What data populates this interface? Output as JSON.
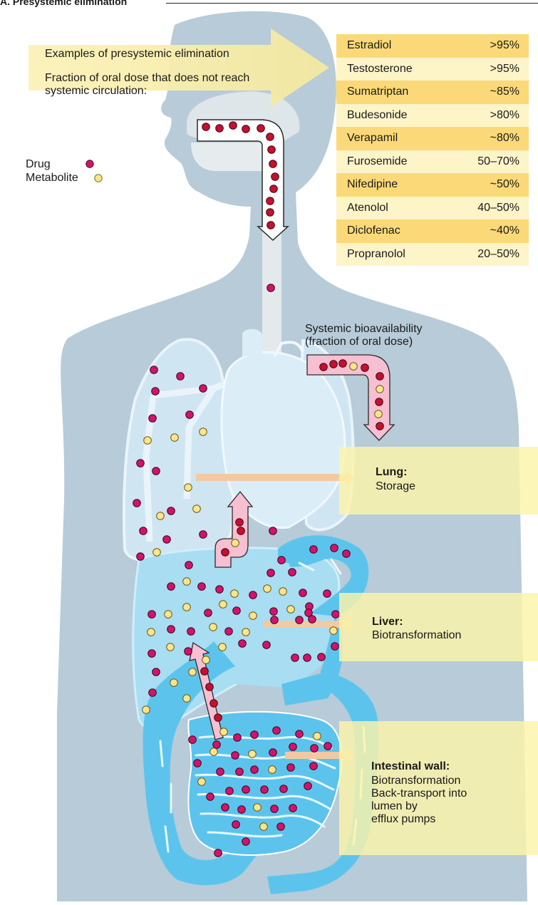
{
  "title": "A. Presystemic elimination",
  "examples": {
    "heading": "Examples of presystemic elimination",
    "description": "Fraction of oral dose that does not  reach systemic circulation:"
  },
  "drugs": [
    {
      "name": "Estradiol",
      "fraction": ">95%"
    },
    {
      "name": "Testosterone",
      "fraction": ">95%"
    },
    {
      "name": "Sumatriptan",
      "fraction": "~85%"
    },
    {
      "name": "Budesonide",
      "fraction": ">80%"
    },
    {
      "name": "Verapamil",
      "fraction": "~80%"
    },
    {
      "name": "Furosemide",
      "fraction": "50–70%"
    },
    {
      "name": "Nifedipine",
      "fraction": "~50%"
    },
    {
      "name": "Atenolol",
      "fraction": "40–50%"
    },
    {
      "name": "Diclofenac",
      "fraction": "~40%"
    },
    {
      "name": "Propranolol",
      "fraction": "20–50%"
    }
  ],
  "legend": {
    "drug": "Drug",
    "metabolite": "Metabolite"
  },
  "bioavailability": "Systemic bioavailability\n(fraction of oral dose)",
  "sites": {
    "lung": {
      "title": "Lung:",
      "body": "Storage"
    },
    "liver": {
      "title": "Liver:",
      "body": "Biotransformation"
    },
    "intestine": {
      "title": "Intestinal wall:",
      "body": "Biotransformation\nBack-transport into\nlumen by\nefflux pumps"
    }
  },
  "colors": {
    "drug": "#d4126e",
    "drug_in_arrow": "#c8102e",
    "metabolite": "#fbe58a",
    "body": "#b7cbd8",
    "intestine": "#5cc4ec",
    "table_dark": "#fbd978",
    "table_light": "#fdf4c8"
  }
}
